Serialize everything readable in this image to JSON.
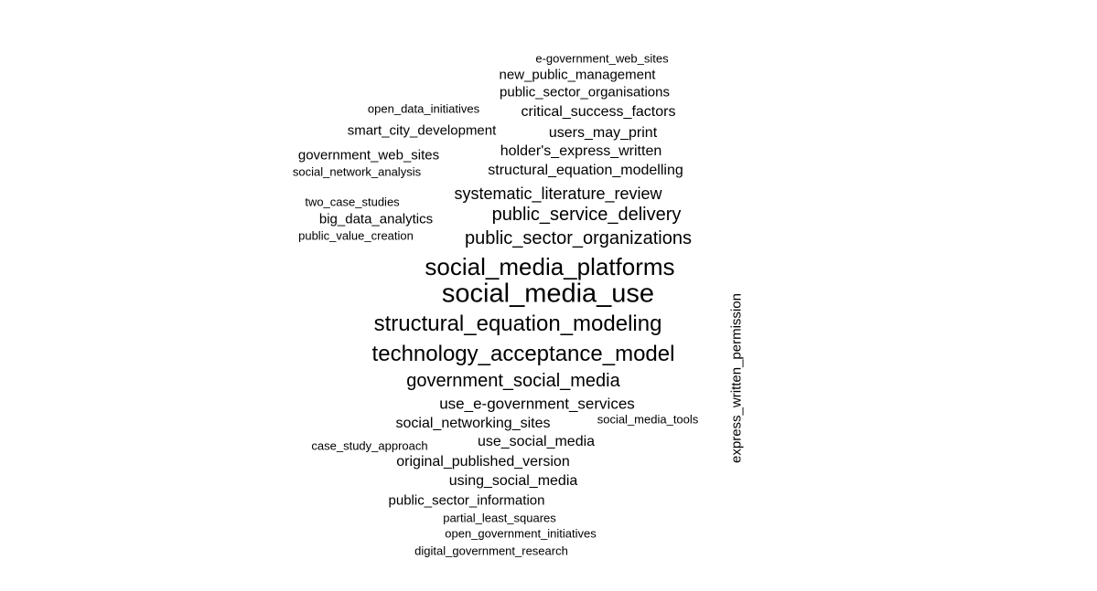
{
  "words": [
    {
      "text": "e-government_web_sites",
      "weight": 13
    },
    {
      "text": "new_public_management",
      "weight": 15
    },
    {
      "text": "public_sector_organisations",
      "weight": 15
    },
    {
      "text": "open_data_initiatives",
      "weight": 13
    },
    {
      "text": "critical_success_factors",
      "weight": 16
    },
    {
      "text": "smart_city_development",
      "weight": 15
    },
    {
      "text": "users_may_print",
      "weight": 16
    },
    {
      "text": "government_web_sites",
      "weight": 15
    },
    {
      "text": "holder's_express_written",
      "weight": 16
    },
    {
      "text": "social_network_analysis",
      "weight": 13
    },
    {
      "text": "structural_equation_modelling",
      "weight": 16
    },
    {
      "text": "two_case_studies",
      "weight": 13
    },
    {
      "text": "systematic_literature_review",
      "weight": 18
    },
    {
      "text": "big_data_analytics",
      "weight": 15
    },
    {
      "text": "public_service_delivery",
      "weight": 20
    },
    {
      "text": "public_value_creation",
      "weight": 13
    },
    {
      "text": "public_sector_organizations",
      "weight": 20
    },
    {
      "text": "social_media_platforms",
      "weight": 26
    },
    {
      "text": "social_media_use",
      "weight": 29
    },
    {
      "text": "express_written_permission",
      "weight": 15
    },
    {
      "text": "structural_equation_modeling",
      "weight": 24
    },
    {
      "text": "technology_acceptance_model",
      "weight": 24
    },
    {
      "text": "government_social_media",
      "weight": 20
    },
    {
      "text": "use_e-government_services",
      "weight": 17
    },
    {
      "text": "social_networking_sites",
      "weight": 16
    },
    {
      "text": "social_media_tools",
      "weight": 13
    },
    {
      "text": "case_study_approach",
      "weight": 13
    },
    {
      "text": "use_social_media",
      "weight": 16
    },
    {
      "text": "original_published_version",
      "weight": 16
    },
    {
      "text": "using_social_media",
      "weight": 16
    },
    {
      "text": "public_sector_information",
      "weight": 15
    },
    {
      "text": "partial_least_squares",
      "weight": 13
    },
    {
      "text": "open_government_initiatives",
      "weight": 13
    },
    {
      "text": "digital_government_research",
      "weight": 13
    }
  ]
}
